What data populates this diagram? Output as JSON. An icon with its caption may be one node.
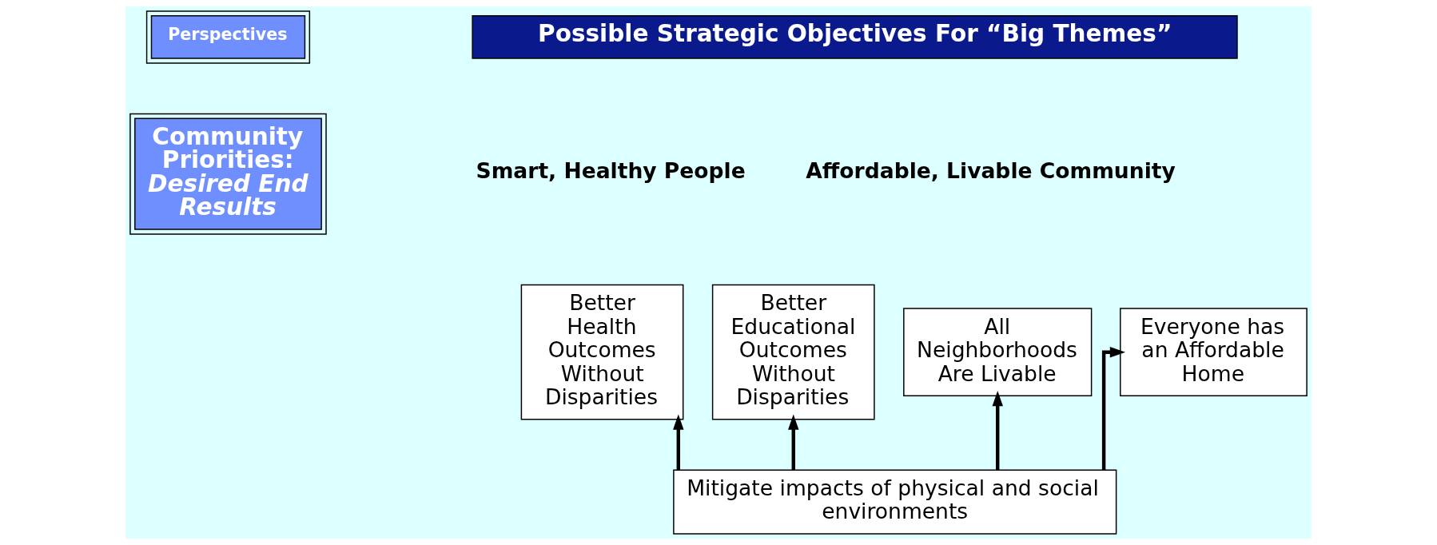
{
  "diagram": {
    "nodes": [
      {
        "text": [
          "Perspectives"
        ]
      },
      {
        "text": [
          "Possible Strategic Objectives For “Big Themes”"
        ]
      },
      {
        "text": [
          "Community Priorities:",
          "Desired End Results"
        ]
      },
      {
        "text": [
          "Better Health Outcomes Without Disparities"
        ]
      },
      {
        "text": [
          "Better Educational Outcomes Without Disparities"
        ]
      },
      {
        "text": [
          "All Neighborhoods Are Livable"
        ]
      },
      {
        "text": [
          "Everyone has an Affordable Home"
        ]
      },
      {
        "text": [
          "Mitigate impacts of physical and social environments"
        ]
      }
    ],
    "edges": [
      {
        "from": 7,
        "to": 3,
        "arrow": "to"
      },
      {
        "from": 7,
        "to": 4,
        "arrow": "to"
      },
      {
        "from": 7,
        "to": 5,
        "arrow": "to"
      },
      {
        "from": 7,
        "to": 6,
        "arrow": "to"
      }
    ],
    "labels": [
      "Smart, Healthy People",
      "Affordable, Livable Community"
    ]
  }
}
